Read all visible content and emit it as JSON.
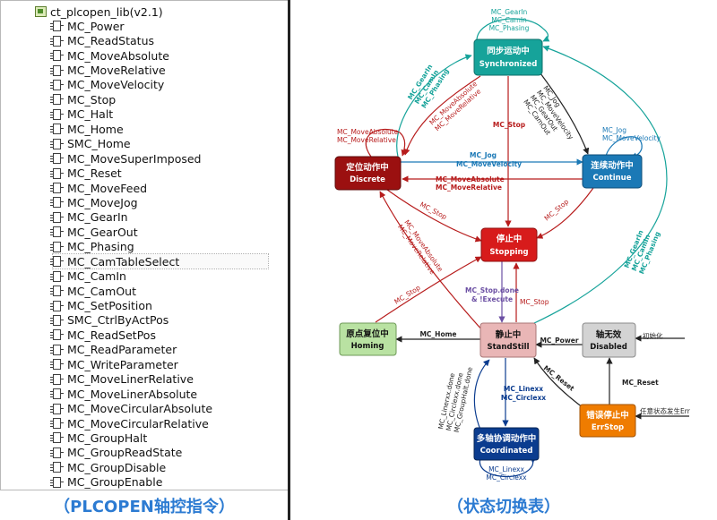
{
  "library": {
    "root_label": "ct_plcopen_lib(v2.1)",
    "items": [
      "MC_Power",
      "MC_ReadStatus",
      "MC_MoveAbsolute",
      "MC_MoveRelative",
      "MC_MoveVelocity",
      "MC_Stop",
      "MC_Halt",
      "MC_Home",
      "SMC_Home",
      "MC_MoveSuperImposed",
      "MC_Reset",
      "MC_MoveFeed",
      "MC_MoveJog",
      "MC_GearIn",
      "MC_GearOut",
      "MC_Phasing",
      "MC_CamTableSelect",
      "MC_CamIn",
      "MC_CamOut",
      "MC_SetPosition",
      "SMC_CtrlByActPos",
      "MC_ReadSetPos",
      "MC_ReadParameter",
      "MC_WriteParameter",
      "MC_MoveLinerRelative",
      "MC_MoveLinerAbsolute",
      "MC_MoveCircularAbsolute",
      "MC_MoveCircularRelative",
      "MC_GroupHalt",
      "MC_GroupReadState",
      "MC_GroupDisable",
      "MC_GroupEnable"
    ],
    "selected_item": "MC_CamTableSelect"
  },
  "captions": {
    "left": "（PLCOPEN轴控指令）",
    "right": "（状态切换表）"
  },
  "colors": {
    "synchronized": "#16a39a",
    "continuous": "#1b79b6",
    "discrete": "#9b1010",
    "stopping": "#d71b1b",
    "homing": "#b9e2a2",
    "standstill": "#e9b6b6",
    "disabled": "#d3d3d3",
    "errorstop": "#ef7c00",
    "coordinated": "#0b3c8f",
    "caption": "#2c7bd2"
  },
  "states": {
    "synchronized": {
      "cn": "同步运动中",
      "en": "Synchronized"
    },
    "discrete": {
      "cn": "定位动作中",
      "en": "Discrete"
    },
    "continuous": {
      "cn": "连续动作中",
      "en": "Continue"
    },
    "stopping": {
      "cn": "停止中",
      "en": "Stopping"
    },
    "homing": {
      "cn": "原点复位中",
      "en": "Homing"
    },
    "standstill": {
      "cn": "静止中",
      "en": "StandStill"
    },
    "disabled": {
      "cn": "轴无效",
      "en": "Disabled"
    },
    "errorstop": {
      "cn": "错误停止中",
      "en": "ErrStop"
    },
    "coordinated": {
      "cn": "多轴协调动作中",
      "en": "Coordinated"
    }
  },
  "transitions": {
    "sync_self": [
      "MC_GearIn",
      "MC_CamIn",
      "MC_Phasing"
    ],
    "discrete_to_sync": [
      "MC_GearIn",
      "MC_CamIn",
      "MC_Phasing"
    ],
    "sync_to_discrete": [
      "MC_MoveAbsolute",
      "MC_MoveRelative"
    ],
    "sync_stop": "MC_Stop",
    "sync_to_continuous": [
      "MC_Jog",
      "MC_MoveVelocity",
      "MC_GearOut",
      "MC_CamOut"
    ],
    "discrete_self": [
      "MC_MoveAbsolute",
      "MC_MoveRelative"
    ],
    "continuous_self": [
      "MC_Jog",
      "MC_MoveVelocity"
    ],
    "discrete_to_continuous": [
      "MC_Jog",
      "MC_MoveVelocity"
    ],
    "continuous_to_discrete": [
      "MC_MoveAbsolute",
      "MC_MoveRelative"
    ],
    "discrete_stop": "MC_Stop",
    "continuous_stop": "MC_Stop",
    "standstill_to_discrete": [
      "MC_MoveAbsolute",
      "MC_MoveRelative"
    ],
    "standstill_to_sync": [
      "MC_GearIn",
      "MC_CamIn",
      "MC_Phasing"
    ],
    "homing_stop": "MC_Stop",
    "stopping_to_standstill": [
      "MC_Stop.done",
      "& !Execute"
    ],
    "standstill_stop": "MC_Stop",
    "standstill_to_homing": "MC_Home",
    "disabled_to_standstill": "MC_Power",
    "init_to_disabled": "初始化",
    "errorstop_to_disabled": "MC_Reset",
    "errorstop_to_standstill": "MC_Reset",
    "error_trigger": "任意状态发生Err",
    "standstill_to_coordinated": [
      "MC_Linexx",
      "MC_Circlexx"
    ],
    "coordinated_to_standstill": [
      "MC_Linerxx.done",
      "MC_Circlexx.done",
      "MC_GroupHalt.done"
    ],
    "coordinated_self": [
      "MC_Linexx",
      "MC_Circlexx"
    ]
  }
}
